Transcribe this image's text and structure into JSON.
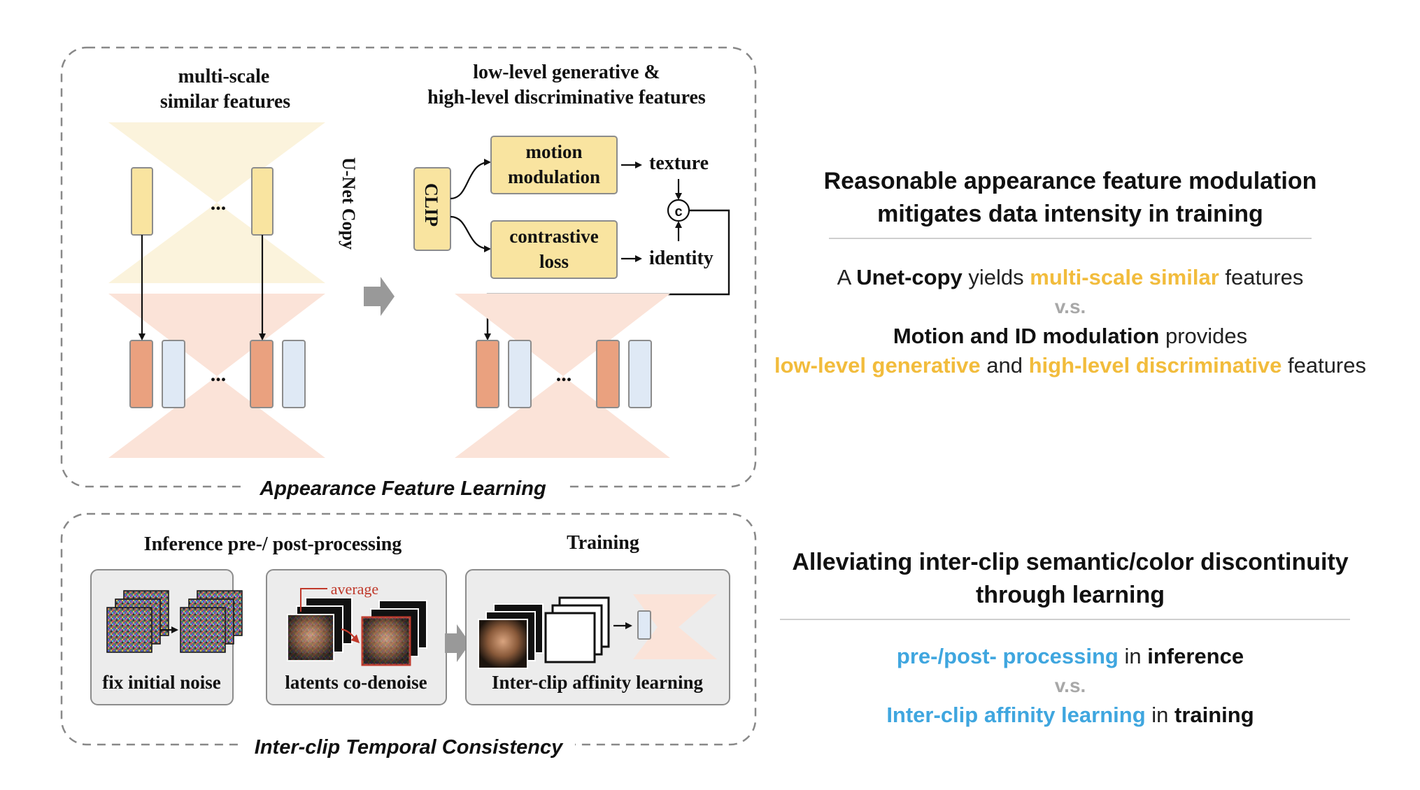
{
  "appearance_panel": {
    "title": "Appearance Feature Learning",
    "left_caption_line1": "multi-scale",
    "left_caption_line2": "similar features",
    "unet_copy_label": "U-Net Copy",
    "right_caption_line1": "low-level generative &",
    "right_caption_line2": "high-level discriminative features",
    "clip_label": "CLIP",
    "motion_box_line1": "motion",
    "motion_box_line2": "modulation",
    "contrastive_box_line1": "contrastive",
    "contrastive_box_line2": "loss",
    "texture_label": "texture",
    "identity_label": "identity",
    "concat_symbol": "c",
    "ellipsis": "..."
  },
  "temporal_panel": {
    "title": "Inter-clip Temporal Consistency",
    "inference_caption": "Inference pre-/ post-processing",
    "training_caption": "Training",
    "box1_label": "fix initial noise",
    "box2_label": "latents co-denoise",
    "average_label": "average",
    "box3_label": "Inter-clip affinity learning"
  },
  "summary_top": {
    "heading_line1": "Reasonable appearance feature modulation",
    "heading_line2": "mitigates data intensity in training",
    "line1_a": "A ",
    "line1_b": "Unet-copy",
    "line1_c": " yields ",
    "line1_d": "multi-scale similar",
    "line1_e": " features",
    "vs": "v.s.",
    "line2_a": "Motion and  ID modulation",
    "line2_b": " provides",
    "line3_a": "low-level generative",
    "line3_b": " and ",
    "line3_c": "high-level discriminative",
    "line3_d": " features"
  },
  "summary_bottom": {
    "heading_line1": "Alleviating inter-clip semantic/color discontinuity",
    "heading_line2": "through learning",
    "line1_a": "pre-/post- processing",
    "line1_b": " in ",
    "line1_c": "inference",
    "vs": "v.s.",
    "line2_a": "Inter-clip affinity learning",
    "line2_b": " in ",
    "line2_c": "training"
  },
  "colors": {
    "yellow_fill": "#f9e4a0",
    "yellow_light": "#fbf3dc",
    "orange_fill": "#eaa17f",
    "pink_light": "#fbe3d8",
    "blue_fill": "#dfe9f5",
    "accent_yellow": "#f2bc3c",
    "accent_blue": "#3fa6df",
    "average_red": "#c0392b"
  }
}
